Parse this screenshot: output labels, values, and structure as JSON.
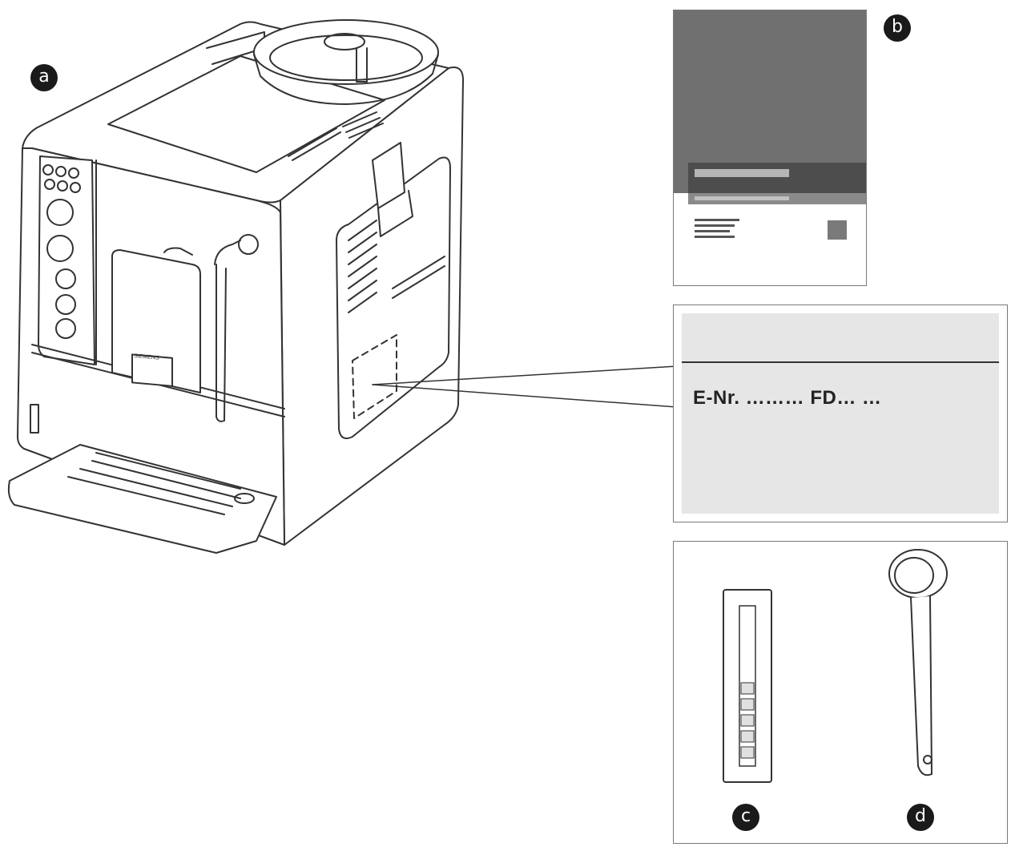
{
  "labels": {
    "machine": "a",
    "manual": "b",
    "test_strip": "c",
    "measuring_spoon": "d"
  },
  "machine": {
    "brand_text": "SIEMENS"
  },
  "rating_plate": {
    "text": "E-Nr. ……… FD…   …"
  },
  "colors": {
    "outline": "#333333",
    "badge": "#1a1a1a",
    "manual_dark": "#6f6f6f",
    "plate_bg": "#e6e6e6"
  }
}
